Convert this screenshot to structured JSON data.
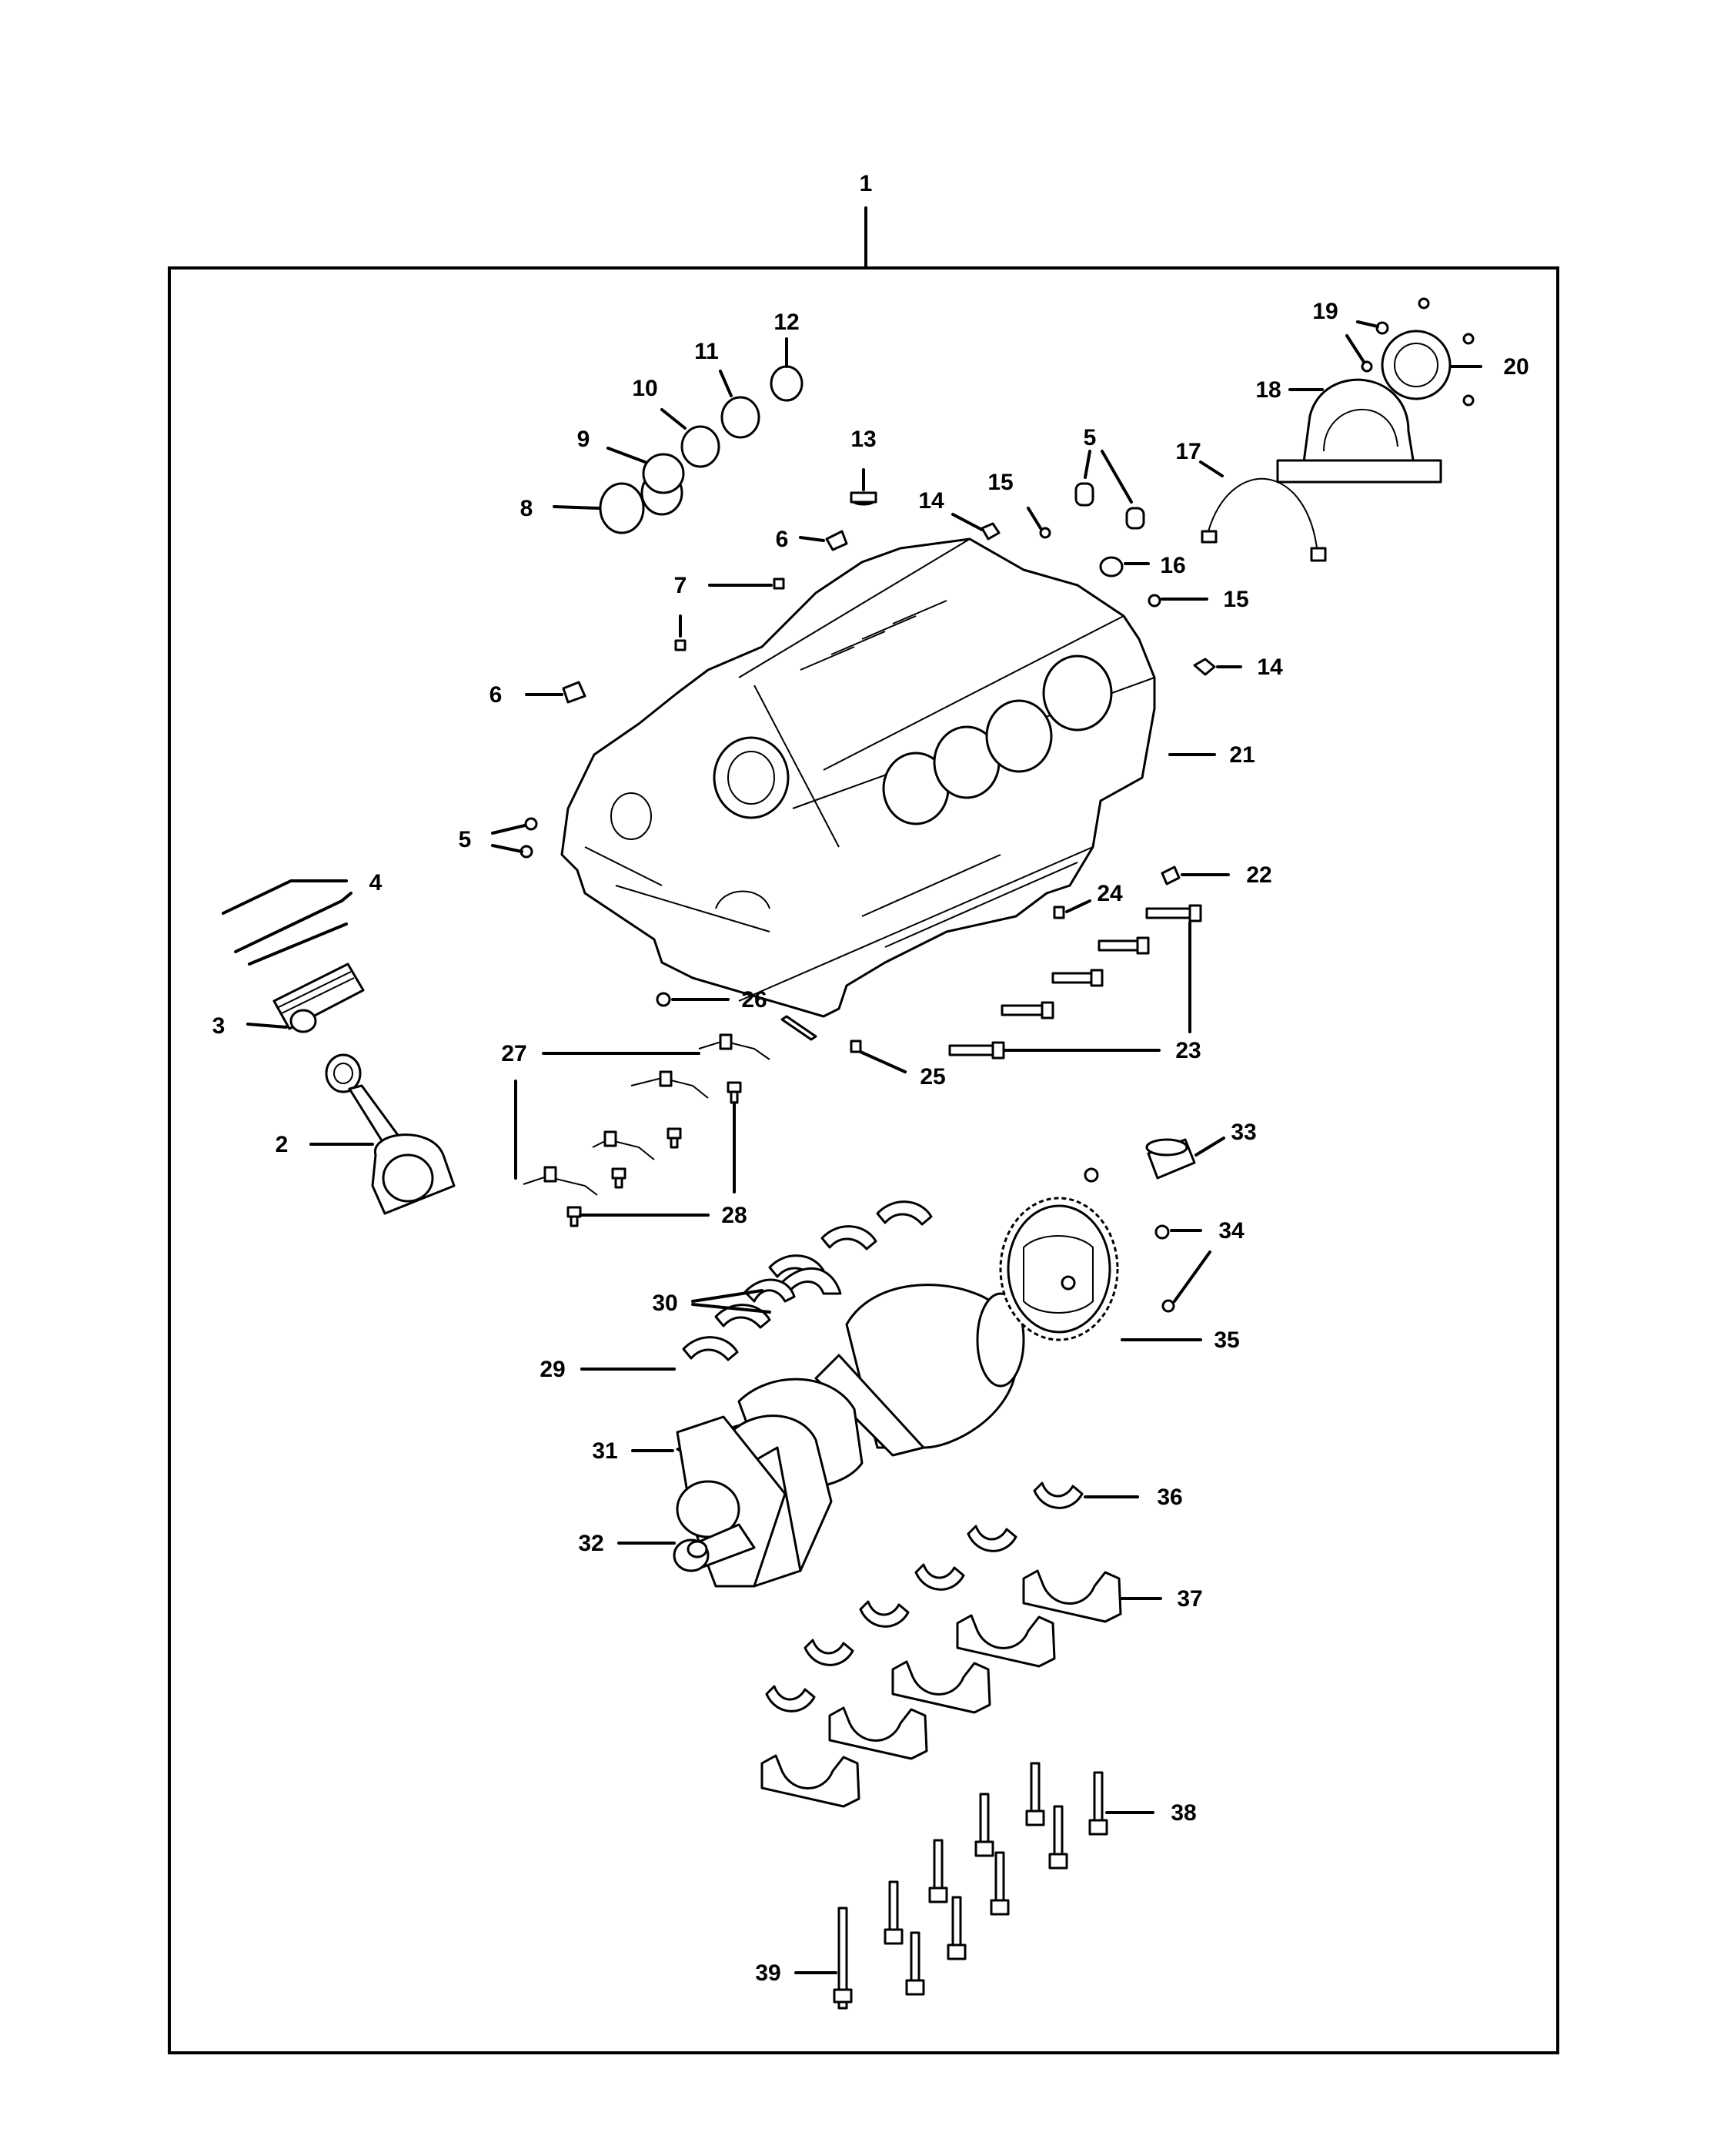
{
  "diagram": {
    "callouts": {
      "c1": "1",
      "c2": "2",
      "c3": "3",
      "c4": "4",
      "c5a": "5",
      "c5b": "5",
      "c6a": "6",
      "c6b": "6",
      "c7": "7",
      "c8": "8",
      "c9": "9",
      "c10": "10",
      "c11": "11",
      "c12": "12",
      "c13": "13",
      "c14a": "14",
      "c14b": "14",
      "c15a": "15",
      "c15b": "15",
      "c16": "16",
      "c17": "17",
      "c18": "18",
      "c19": "19",
      "c20": "20",
      "c21": "21",
      "c22": "22",
      "c23": "23",
      "c24": "24",
      "c25": "25",
      "c26": "26",
      "c27": "27",
      "c28": "28",
      "c29": "29",
      "c30": "30",
      "c31": "31",
      "c32": "32",
      "c33": "33",
      "c34": "34",
      "c35": "35",
      "c36": "36",
      "c37": "37",
      "c38": "38",
      "c39": "39"
    }
  }
}
